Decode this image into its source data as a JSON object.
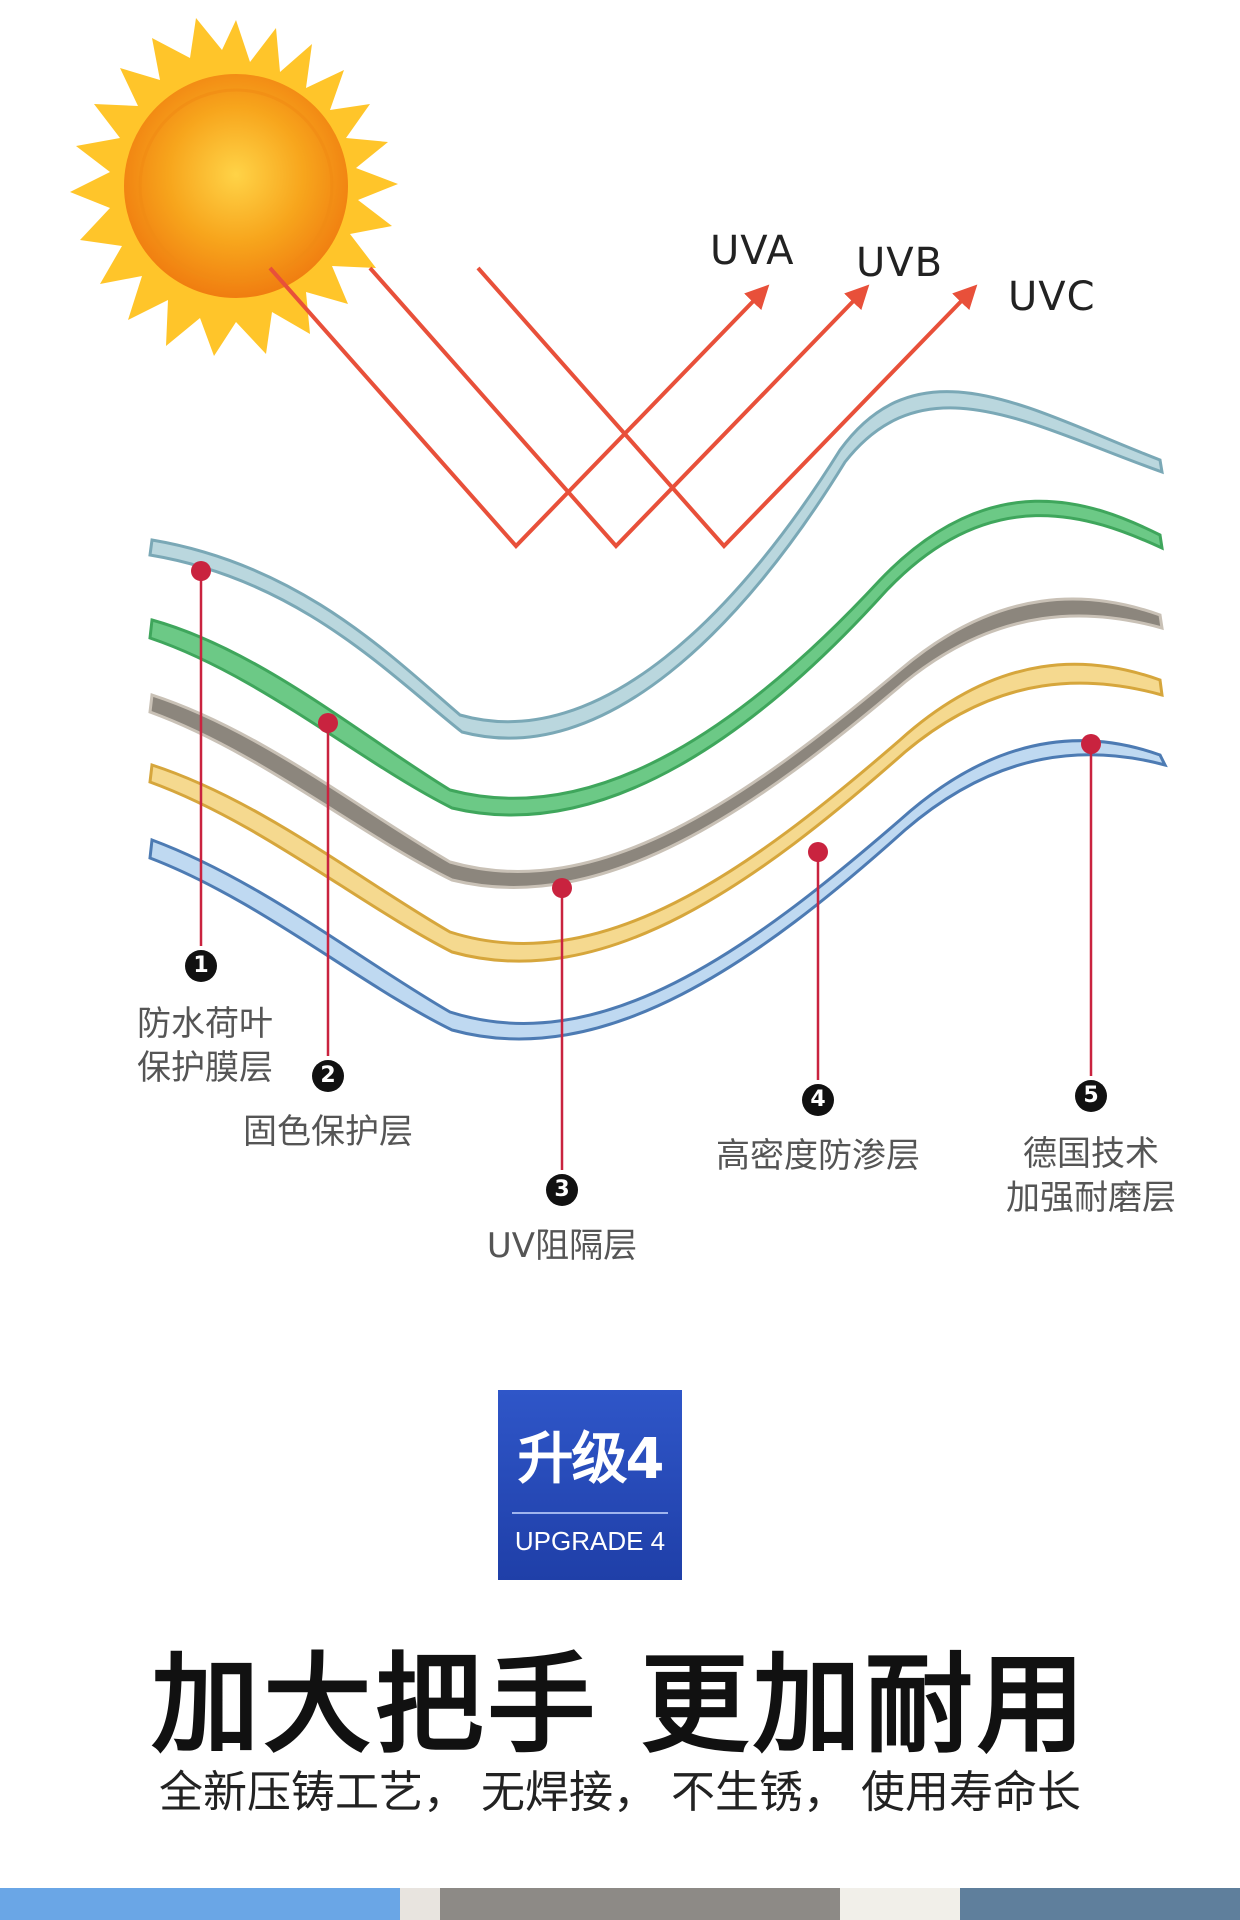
{
  "uv_rays": {
    "uva": "UVA",
    "uvb": "UVB",
    "uvc": "UVC"
  },
  "layers": [
    {
      "number": "1",
      "label_line1": "防水荷叶",
      "label_line2": "保护膜层",
      "color": "#a9cdd6"
    },
    {
      "number": "2",
      "label_line1": "固色保护层",
      "label_line2": "",
      "color": "#6cc986"
    },
    {
      "number": "3",
      "label_line1": "UV阻隔层",
      "label_line2": "",
      "color": "#8c867d"
    },
    {
      "number": "4",
      "label_line1": "高密度防渗层",
      "label_line2": "",
      "color": "#f3d78f"
    },
    {
      "number": "5",
      "label_line1": "德国技术",
      "label_line2": "加强耐磨层",
      "color": "#bfd9f1"
    }
  ],
  "upgrade": {
    "title": "升级4",
    "subtitle": "UPGRADE 4",
    "color": "#2447b5"
  },
  "headline": "加大把手 更加耐用",
  "subline": "全新压铸工艺， 无焊接， 不生锈， 使用寿命长",
  "colors": {
    "ray": "#e8503a",
    "marker": "#c9233f",
    "sun_core": "#f39a16",
    "sun_edge": "#ffc52a"
  },
  "icons": [
    "sun-icon"
  ]
}
